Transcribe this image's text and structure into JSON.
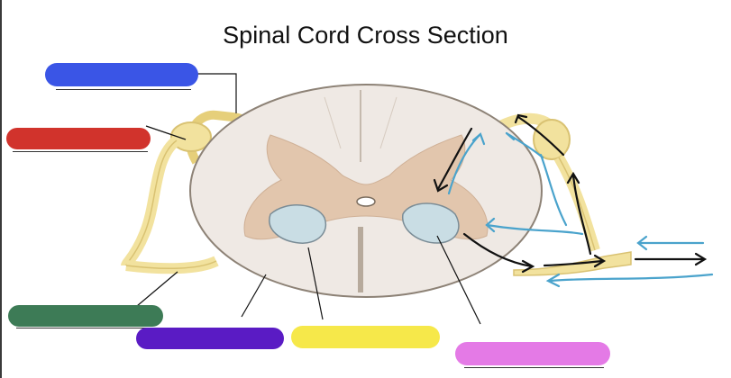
{
  "title": "Spinal Cord Cross Section",
  "colors": {
    "blue_label": "#3a55e6",
    "red_label": "#d1332c",
    "green_label": "#3d7b56",
    "purple_label": "#5a1bc4",
    "yellow_label": "#f6e84a",
    "pink_label": "#e47ae6",
    "white_matter": "#efe9e4",
    "gray_matter": "#e2c6ad",
    "nerve_root": "#f2e29e",
    "central_canal_region": "#c9dde4",
    "sensory_arrow": "#4aa3cc",
    "motor_arrow": "#111111"
  },
  "label_slots": [
    {
      "name": "blue-label-slot",
      "color": "blue"
    },
    {
      "name": "red-label-slot",
      "color": "red"
    },
    {
      "name": "green-label-slot",
      "color": "green"
    },
    {
      "name": "purple-label-slot",
      "color": "purple"
    },
    {
      "name": "yellow-label-slot",
      "color": "yellow"
    },
    {
      "name": "pink-label-slot",
      "color": "pink"
    }
  ]
}
